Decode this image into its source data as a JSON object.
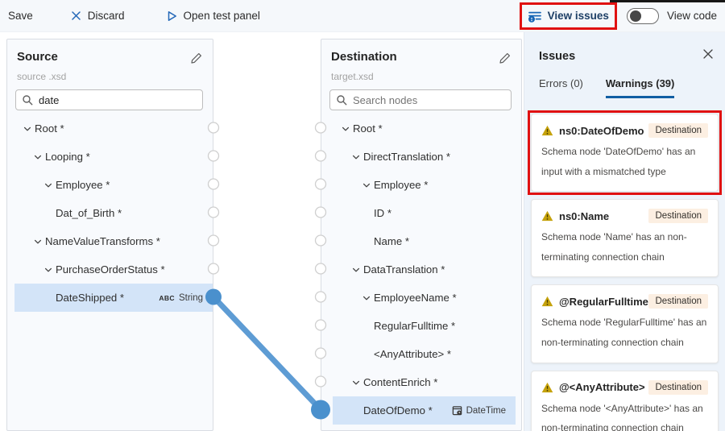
{
  "toolbar": {
    "save": "Save",
    "discard": "Discard",
    "open_test_panel": "Open test panel",
    "view_issues": "View issues",
    "view_code": "View code",
    "view_code_toggle_on": false
  },
  "source_panel": {
    "title": "Source",
    "subtitle": "source .xsd",
    "search_value": "date",
    "nodes": [
      {
        "label": "Root *",
        "level": 0,
        "expandable": true
      },
      {
        "label": "Looping *",
        "level": 1,
        "expandable": true
      },
      {
        "label": "Employee *",
        "level": 2,
        "expandable": true
      },
      {
        "label": "Dat_of_Birth *",
        "level": 3,
        "expandable": false
      },
      {
        "label": "NameValueTransforms *",
        "level": 1,
        "expandable": true
      },
      {
        "label": "PurchaseOrderStatus *",
        "level": 2,
        "expandable": true
      },
      {
        "label": "DateShipped *",
        "level": 3,
        "expandable": false,
        "selected": true,
        "badge": {
          "kind": "string",
          "abbr": "ABC",
          "label": "String"
        }
      }
    ]
  },
  "destination_panel": {
    "title": "Destination",
    "subtitle": "target.xsd",
    "search_placeholder": "Search nodes",
    "nodes": [
      {
        "label": "Root *",
        "level": 0,
        "expandable": true
      },
      {
        "label": "DirectTranslation *",
        "level": 1,
        "expandable": true
      },
      {
        "label": "Employee *",
        "level": 2,
        "expandable": true
      },
      {
        "label": "ID *",
        "level": 3,
        "expandable": false
      },
      {
        "label": "Name *",
        "level": 3,
        "expandable": false
      },
      {
        "label": "DataTranslation *",
        "level": 1,
        "expandable": true
      },
      {
        "label": "EmployeeName *",
        "level": 2,
        "expandable": true
      },
      {
        "label": "RegularFulltime *",
        "level": 3,
        "expandable": false
      },
      {
        "label": "<AnyAttribute> *",
        "level": 3,
        "expandable": false
      },
      {
        "label": "ContentEnrich *",
        "level": 1,
        "expandable": true
      },
      {
        "label": "DateOfDemo *",
        "level": 2,
        "expandable": false,
        "selected": true,
        "badge": {
          "kind": "datetime",
          "label": "DateTime",
          "icon": "calendar-clock-icon"
        }
      }
    ]
  },
  "connection": {
    "source_node": "DateShipped *",
    "destination_node": "DateOfDemo *"
  },
  "issues_panel": {
    "title": "Issues",
    "tabs": [
      {
        "label": "Errors (0)",
        "active": false
      },
      {
        "label": "Warnings (39)",
        "active": true
      }
    ],
    "warnings": [
      {
        "name": "ns0:DateOfDemo",
        "badge": "Destination",
        "description": "Schema node 'DateOfDemo' has an input with a mismatched type",
        "highlighted": true
      },
      {
        "name": "ns0:Name",
        "badge": "Destination",
        "description": "Schema node 'Name' has an non-terminating connection chain",
        "highlighted": false
      },
      {
        "name": "@RegularFulltime",
        "badge": "Destination",
        "description": "Schema node 'RegularFulltime' has an non-terminating connection chain",
        "highlighted": false
      },
      {
        "name": "@<AnyAttribute>",
        "badge": "Destination",
        "description": "Schema node '<AnyAttribute>' has an non-terminating connection chain",
        "highlighted": false
      }
    ]
  },
  "colors": {
    "accent_blue": "#0f6cbd",
    "connection_blue": "#5e9cd4",
    "connection_endpoint_blue": "#4a90cd",
    "selected_row_blue": "#d3e4f8",
    "warning_yellow": "#c5a20c",
    "destination_badge_bg": "#fcefe2",
    "annotation_red": "#e01111",
    "tab_underline_blue": "#115ea3",
    "issues_panel_bg": "#edf3fa",
    "panel_bg": "#f8fafd"
  }
}
